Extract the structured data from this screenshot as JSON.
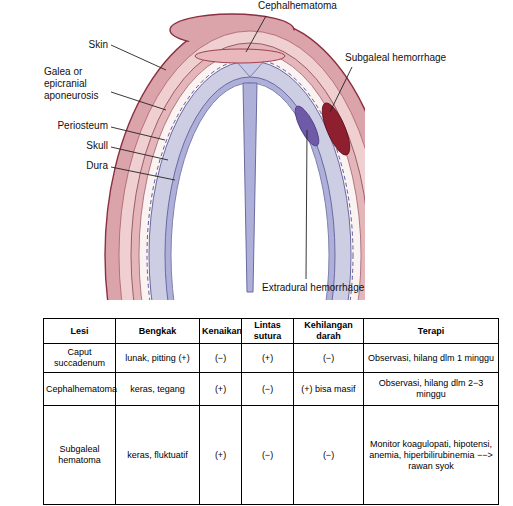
{
  "diagram": {
    "labels": [
      "Cephalhematoma",
      "Skin",
      "Subgaleal hemorrhage",
      "Galea or epicranial aponeurosis",
      "Periosteum",
      "Skull",
      "Dura",
      "Extradural hemorrhage",
      "Lesi",
      "Bengkak",
      "Kenaikan",
      "Lintas sutura",
      "Kehilangan darah",
      "Terapi",
      "Caput succadenum",
      "lunak, pitting (+)",
      "(−)",
      "(+)",
      "(−)",
      "Observasi, hilang dlm 1 minggu",
      "Cephalhematoma",
      "keras, tegang",
      "(+)",
      "(−)",
      "(+) bisa masif",
      "Observasi, hilang dlm 2−3 minggu",
      "Subgaleal hematoma",
      "keras, fluktuatif",
      "(+)",
      "(−)",
      "(−)",
      "Monitor koagulopati, hipotensi, anemia, hiperbilirubinemia −−> rawan syok"
    ]
  }
}
